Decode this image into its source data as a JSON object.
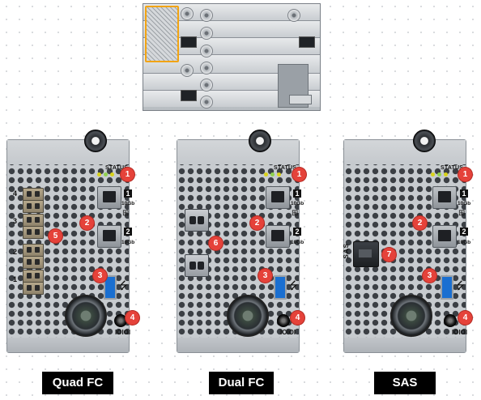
{
  "modules": [
    {
      "id": "quad-fc",
      "caption": "Quad FC",
      "status_label": "STATUS",
      "port1_num": "1",
      "port2_num": "2",
      "speed_label": "10Gb",
      "fc_port_numbers": [
        "4",
        "3",
        "2",
        "1"
      ],
      "interface_label": "",
      "callouts": {
        "status": "1",
        "ethernet": "2",
        "usb": "3",
        "reset": "4",
        "interface": "5"
      },
      "serial_label": "IOIOI"
    },
    {
      "id": "dual-fc",
      "caption": "Dual FC",
      "status_label": "STATUS",
      "port1_num": "1",
      "port2_num": "2",
      "speed_label": "10Gb",
      "interface_label": "",
      "callouts": {
        "status": "1",
        "ethernet": "2",
        "usb": "3",
        "reset": "4",
        "interface": "6"
      },
      "serial_label": "IOIOI"
    },
    {
      "id": "sas",
      "caption": "SAS",
      "status_label": "STATUS",
      "port1_num": "1",
      "port2_num": "2",
      "speed_label": "10Gb",
      "interface_label": "SAS",
      "callouts": {
        "status": "1",
        "ethernet": "2",
        "usb": "3",
        "reset": "4",
        "interface": "7"
      },
      "serial_label": "IOIOI"
    }
  ],
  "colors": {
    "callout_red": "#e5423a",
    "highlight_orange": "#f2a413",
    "usb_blue": "#1a6fd1",
    "caption_bg": "#000000"
  },
  "icons": [
    "network-icon",
    "usb-icon",
    "thumbscrew-icon",
    "fan-icon"
  ]
}
